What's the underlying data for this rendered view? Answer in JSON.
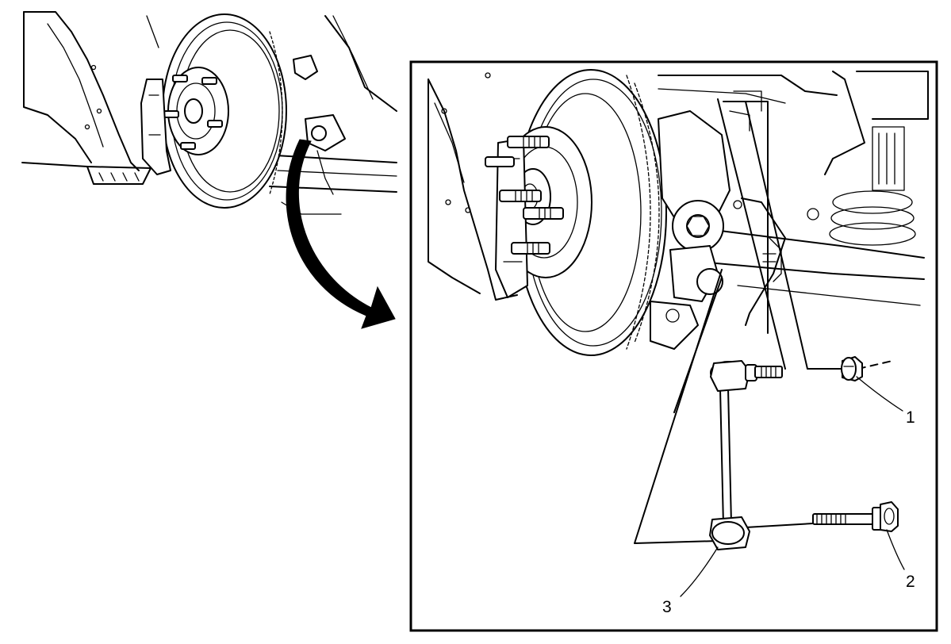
{
  "figure": {
    "overview": "vehicle-rear-wheel-overview",
    "detail": "stabilizer-link-detail-view"
  },
  "callouts": [
    {
      "id": "1",
      "label": "1"
    },
    {
      "id": "2",
      "label": "2"
    },
    {
      "id": "3",
      "label": "3"
    }
  ],
  "icons": [
    "curved-arrow-icon"
  ]
}
